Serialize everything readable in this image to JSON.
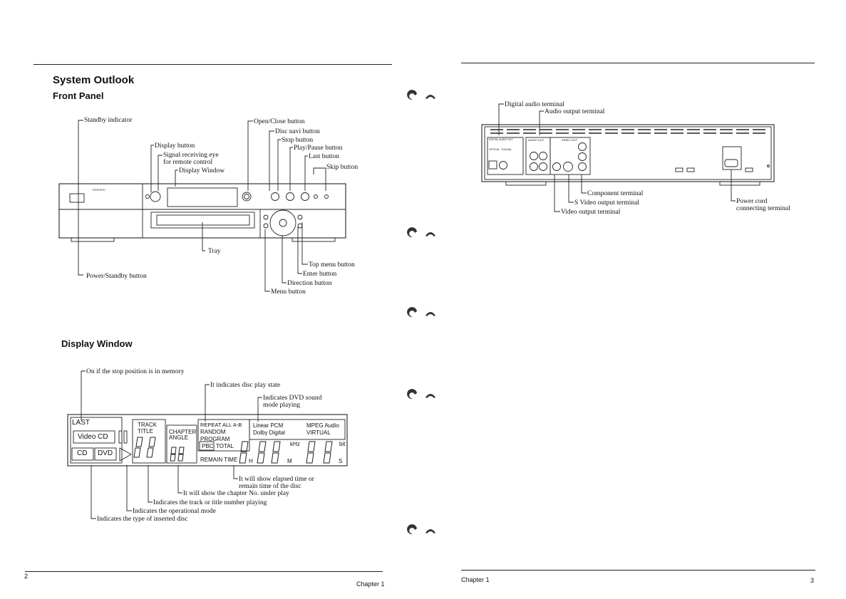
{
  "left_page": {
    "title": "System Outlook",
    "front_panel": {
      "heading": "Front Panel",
      "labels": {
        "standby_indicator": "Standby indicator",
        "display_button": "Display button",
        "signal_eye": "Signal receiving eye\nfor remote control",
        "display_window": "Display Window",
        "open_close": "Open/Close button",
        "disc_navi": "Disc navi button",
        "stop": "Stop button",
        "play_pause": "Play/Pause button",
        "last": "Last button",
        "skip": "Skip button",
        "tray": "Tray",
        "power_standby": "Power/Standby button",
        "top_menu": "Top menu button",
        "enter": "Enter button",
        "direction": "Direction button",
        "menu": "Menu button"
      }
    },
    "display_window": {
      "heading": "Display Window",
      "callouts": {
        "stop_memory": "On if the stop position is in memory",
        "play_state": "It indicates disc play state",
        "dvd_sound": "Indicates DVD sound\nmode playing",
        "elapsed": "It will show elapsed time or\nremain time of the disc",
        "chapter_no": "It will show the chapter No. under play",
        "track_title": "Indicates the track or title number playing",
        "operational": "Indicates the operational mode",
        "disc_type": "Indicates the type of inserted disc"
      },
      "segments": {
        "last": "LAST",
        "video_cd": "Video CD",
        "cd": "CD",
        "dvd": "DVD",
        "track": "TRACK",
        "title": "TITLE",
        "chapter": "CHAPTER",
        "angle": "ANGLE",
        "repeat": "REPEAT ALL A-B",
        "random": "RANDOM",
        "program": "PROGRAM",
        "pbc": "PBC",
        "total": "TOTAL",
        "remain_time": "REMAIN TIME",
        "linear_pcm": "Linear PCM",
        "dolby": "Dolby Digital",
        "mpeg": "MPEG Audio",
        "virtual": "VIRTUAL",
        "khz": "kHz",
        "bit": "bit",
        "h": "H",
        "m": "M",
        "s": "S"
      }
    },
    "page_number": "2",
    "footer": "Chapter 1"
  },
  "right_page": {
    "labels": {
      "digital_audio": "Digital audio terminal",
      "audio_output": "Audio output terminal",
      "component": "Component terminal",
      "svideo": "S Video output terminal",
      "video_output": "Video output terminal",
      "power_cord": "Power cord\nconnecting terminal"
    },
    "rear_text": {
      "digital_out": "DIGITAL AUDIO OUT",
      "optical": "OPTICAL",
      "coaxial": "COAXIAL",
      "audio_out": "AUDIO OUT",
      "video_out": "VIDEO OUT"
    },
    "footer": "Chapter 1",
    "page_number": "3"
  }
}
